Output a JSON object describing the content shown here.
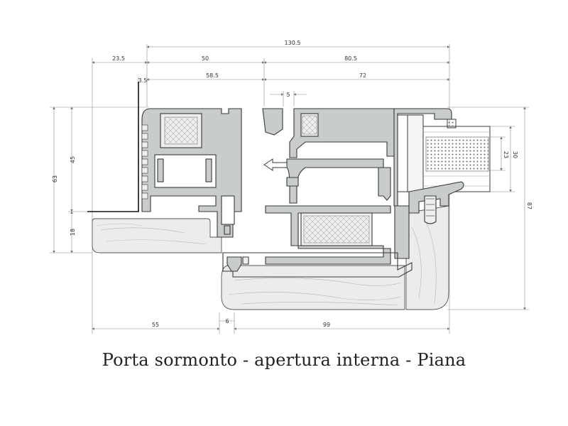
{
  "caption": "Porta sormonto - apertura interna - Piana",
  "dimensions": {
    "top_total": "130.5",
    "top_left": "23.5",
    "top_mid": "50",
    "top_right": "80.5",
    "small_gap": "3.5",
    "inner_left": "58.5",
    "inner_right": "72",
    "gap_5": "5",
    "left_total": "63",
    "left_upper": "45",
    "left_lower": "18",
    "right_total": "87",
    "glass_outer": "30",
    "glass_inner": "23",
    "bottom_left": "55",
    "bottom_gap": "6",
    "bottom_right": "99"
  },
  "colors": {
    "profile_fill": "#c9cccd",
    "profile_stroke": "#3a3a3a",
    "wood_fill": "#ececec",
    "dim_line": "#777777",
    "glass_fill": "#d9d9d9"
  }
}
